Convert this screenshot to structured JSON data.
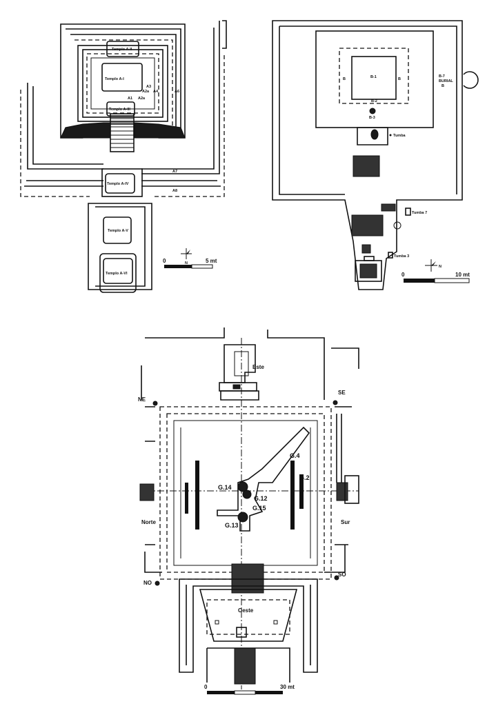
{
  "plan1": {
    "labels": {
      "a2": "Templo A-II",
      "a1": "Templo A-I",
      "a3": "Templo A-III",
      "a4": "Templo A-IV",
      "a5": "Templo A-V",
      "a6": "Templo A-VI",
      "sub_a2a": "A2a",
      "sub_a3": "A3",
      "sub_a4": "A4",
      "sub_a2a2": "A2a",
      "sub_a1": "A1",
      "sub_a6": "A6",
      "sub_a7": "A7",
      "sub_a8": "A8"
    },
    "scale": {
      "start": "0",
      "end": "5 mt",
      "north": "N"
    }
  },
  "plan2": {
    "labels": {
      "b1": "B-1",
      "b2": "B-2",
      "b3": "B-3",
      "b_left": "B",
      "b_right": "B",
      "burial": "BURIAL",
      "burial_num": "B",
      "burial_top": "B-7",
      "tumba": "Tumba",
      "tumba7": "Tumba 7",
      "tumba3": "Tumba 3"
    },
    "scale": {
      "start": "0",
      "end": "10 mt",
      "north": "N"
    }
  },
  "plan3": {
    "labels": {
      "este": "Este",
      "ne": "NE",
      "se": "SE",
      "norte": "Norte",
      "sur": "Sur",
      "no": "NO",
      "so": "SO",
      "oeste": "Oeste",
      "g4": "G.4",
      "g2": "G.2",
      "g14": "G.14",
      "g12": "G.12",
      "g15": "G.15",
      "g13": "G.13"
    },
    "scale": {
      "start": "0",
      "end": "30 mt"
    }
  }
}
